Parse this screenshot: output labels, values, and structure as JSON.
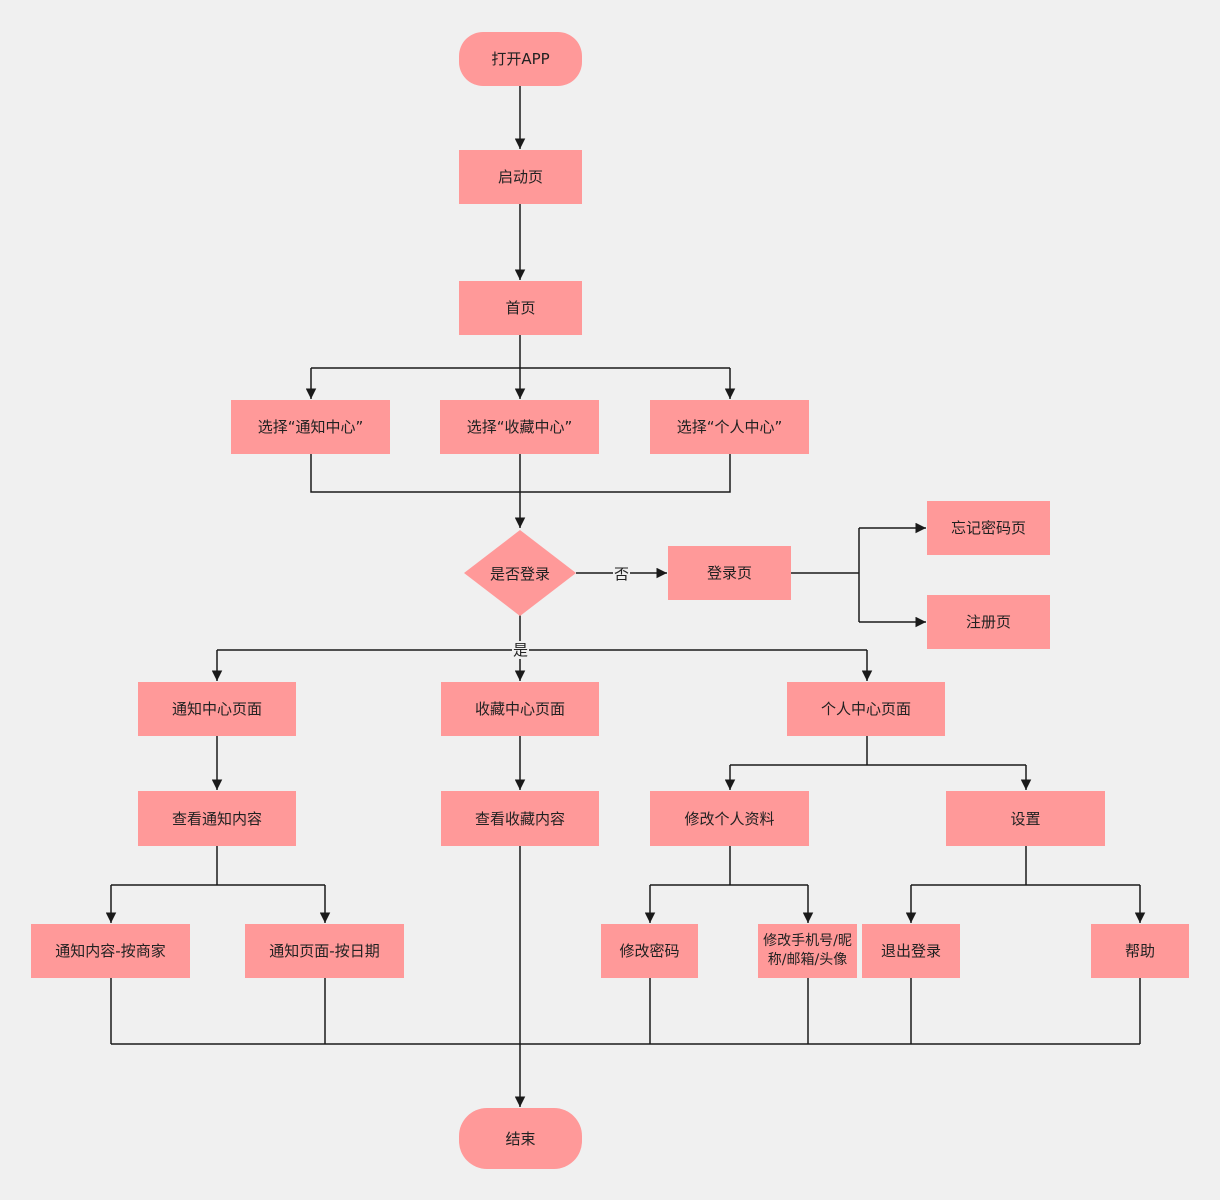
{
  "nodes": {
    "open_app": "打开APP",
    "splash": "启动页",
    "home": "首页",
    "select_notice": "选择“通知中心”",
    "select_fav": "选择“收藏中心”",
    "select_personal": "选择“个人中心”",
    "is_logged_in": "是否登录",
    "login_page": "登录页",
    "forgot_pwd": "忘记密码页",
    "register": "注册页",
    "notice_center": "通知中心页面",
    "fav_center": "收藏中心页面",
    "personal_center": "个人中心页面",
    "view_notice": "查看通知内容",
    "view_fav": "查看收藏内容",
    "edit_profile": "修改个人资料",
    "settings": "设置",
    "notice_by_merchant": "通知内容-按商家",
    "notice_by_date": "通知页面-按日期",
    "change_password": "修改密码",
    "change_phone": "修改手机号/昵称/邮箱/头像",
    "logout": "退出登录",
    "help": "帮助",
    "end": "结束"
  },
  "edge_labels": {
    "no": "否",
    "yes": "是"
  },
  "colors": {
    "node_fill": "#ff9999",
    "line": "#1a1a1a",
    "background": "#f0f0f0"
  }
}
